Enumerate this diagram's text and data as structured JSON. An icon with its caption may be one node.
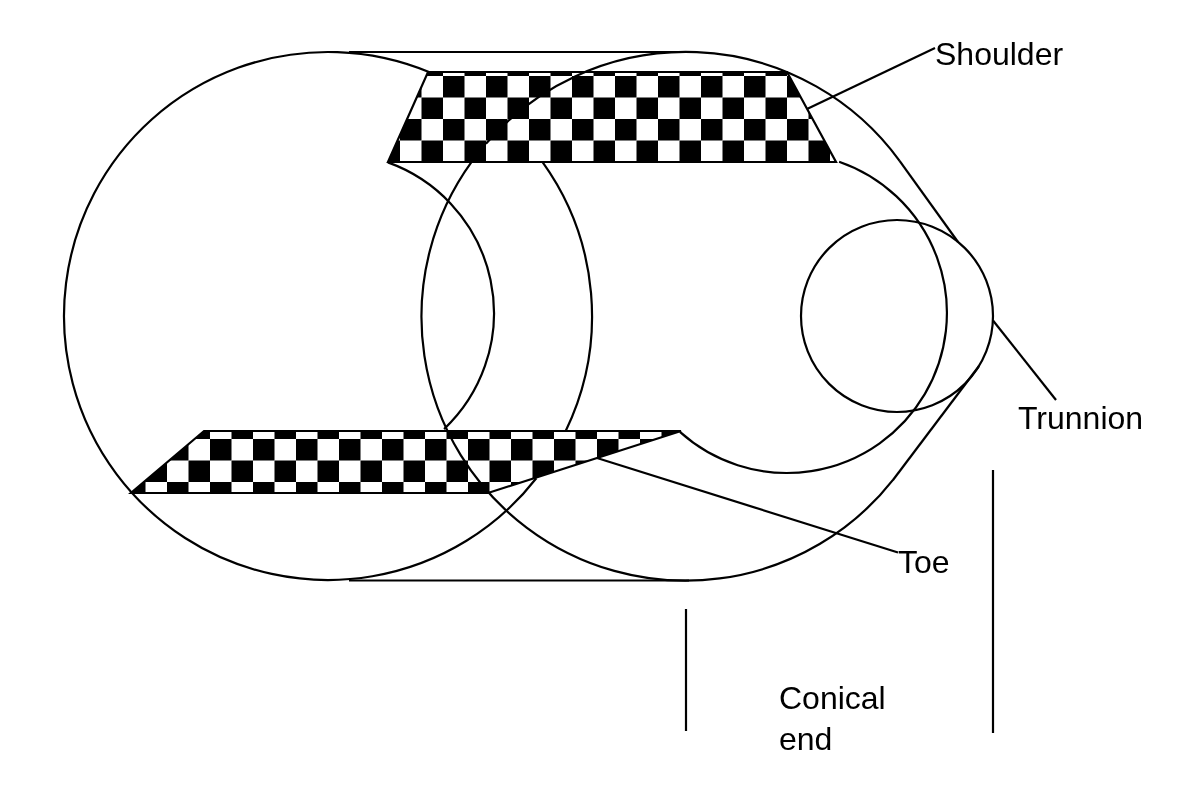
{
  "diagram": {
    "nodes": [
      {
        "text": [
          "Shoulder"
        ]
      },
      {
        "text": [],
        "shape": "trapezoid"
      },
      {
        "text": [],
        "shape": "circle"
      },
      {
        "text": [
          "Trunnion"
        ]
      },
      {
        "text": [],
        "shape": "trapezoid"
      },
      {
        "text": [
          "Toe"
        ]
      }
    ],
    "edges": [
      {
        "from": 0,
        "to": 1,
        "arrow": "none"
      },
      {
        "from": 3,
        "to": 2,
        "arrow": "none"
      },
      {
        "from": 5,
        "to": 4,
        "arrow": "none"
      }
    ],
    "labels": [
      "Conical end"
    ]
  }
}
